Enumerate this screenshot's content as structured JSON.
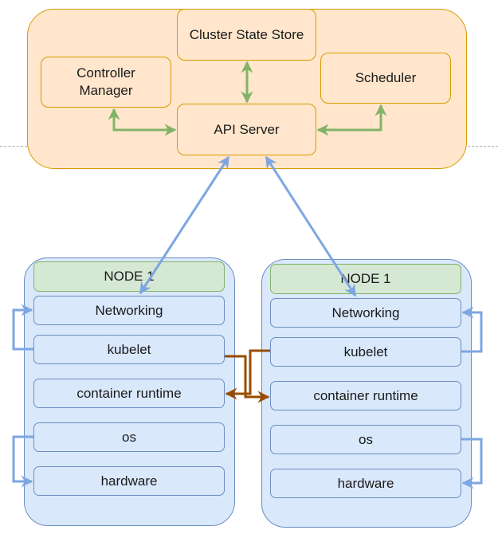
{
  "control_plane": {
    "components": {
      "cluster_state_store": "Cluster State Store",
      "controller_manager": "Controller Manager",
      "scheduler": "Scheduler",
      "api_server": "API Server"
    }
  },
  "nodes": [
    {
      "title": "NODE 1",
      "layers": [
        "Networking",
        "kubelet",
        "container runtime",
        "os",
        "hardware"
      ]
    },
    {
      "title": "NODE 1",
      "layers": [
        "Networking",
        "kubelet",
        "container runtime",
        "os",
        "hardware"
      ]
    }
  ],
  "colors": {
    "control_plane_fill": "#ffe6cc",
    "control_plane_stroke": "#d79b00",
    "node_fill": "#dae8fc",
    "node_stroke": "#6c8ebf",
    "node_header_fill": "#d5e8d4",
    "node_header_stroke": "#82b366",
    "internal_arrow": "#82b366",
    "api_node_arrow": "#7ea6e0",
    "node_to_node_arrow": "#994c00"
  }
}
